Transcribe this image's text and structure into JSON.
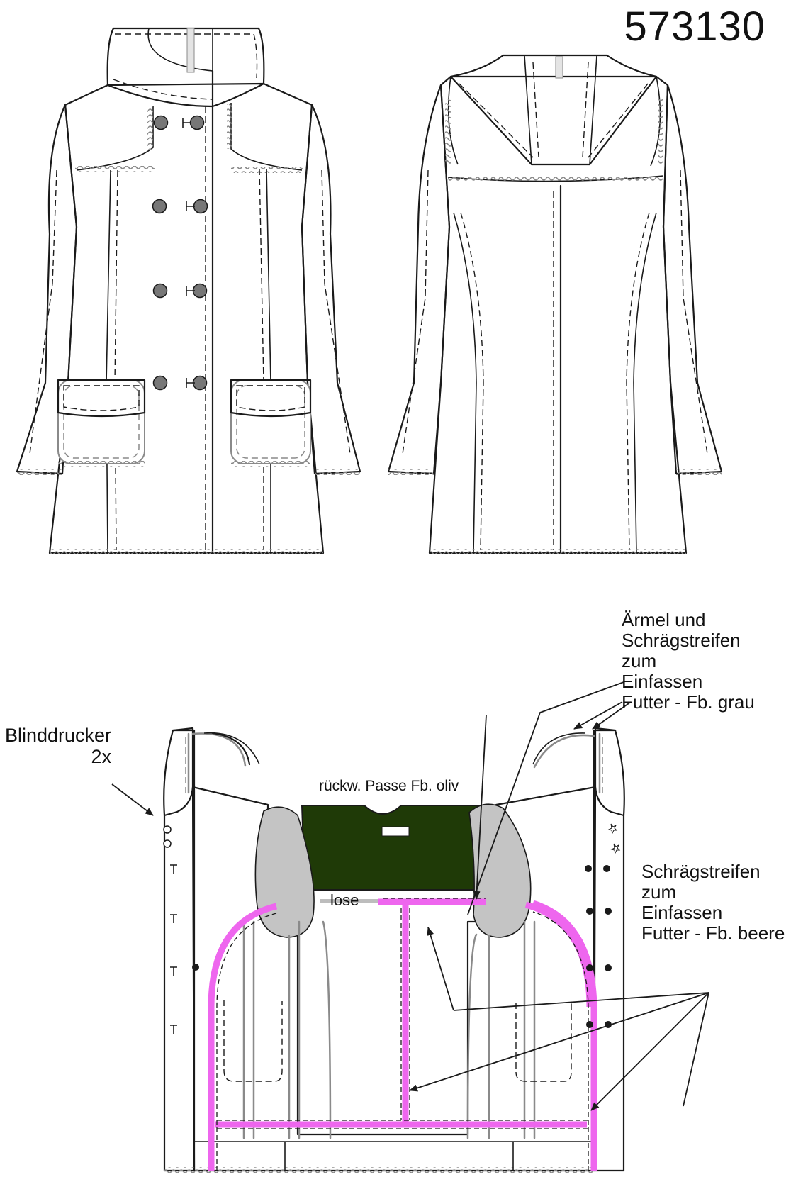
{
  "header": {
    "model_number": "573130"
  },
  "annotations": {
    "blinddrucker": [
      "Blinddrucker",
      "2x"
    ],
    "sleeve_lining": [
      "Ärmel und",
      "Schrägstreifen",
      "zum",
      "Einfassen",
      "Futter - Fb. grau"
    ],
    "back_yoke": "rückw. Passe Fb. oliv",
    "loose": "lose",
    "bias_binding": [
      "Schrägstreifen",
      "zum",
      "Einfassen",
      "Futter - Fb. beere"
    ]
  },
  "colors": {
    "line": "#1a1a1a",
    "button": "#777777",
    "yoke_olive": "#1f3a07",
    "lining_grey": "#c4c4c4",
    "binding_berry": "#ee66ee",
    "stitch_grey": "#8a8a8a"
  }
}
